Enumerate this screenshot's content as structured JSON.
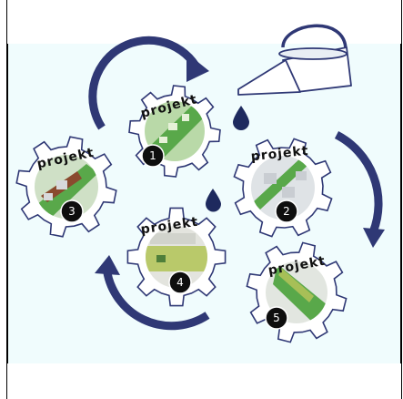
{
  "colors": {
    "background": "#f0fcfd",
    "arrow": "#2f3875",
    "gear_outline": "#2f3875",
    "badge": "#0e0e0e",
    "droplet": "#1e2a5e",
    "site_green": "#59a84a",
    "building_gray": "#c9cdd2"
  },
  "gears": [
    {
      "label": "projekt",
      "number": "1"
    },
    {
      "label": "projekt",
      "number": "2"
    },
    {
      "label": "projekt",
      "number": "3"
    },
    {
      "label": "projekt",
      "number": "4"
    },
    {
      "label": "projekt",
      "number": "5"
    }
  ],
  "icons": [
    "watering-can-icon",
    "water-drop-icon",
    "water-drop-icon",
    "cycle-arrow-icon"
  ]
}
